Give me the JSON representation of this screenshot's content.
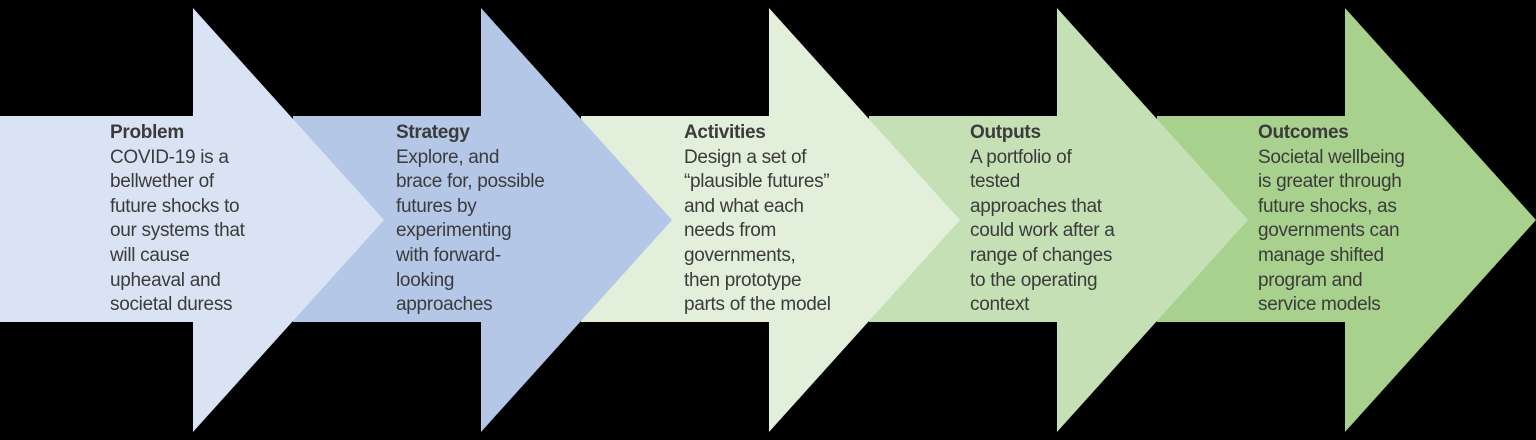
{
  "diagram": {
    "type": "process-arrow-flow",
    "background_color": "#000000",
    "text_color": "#3b3b3b"
  },
  "arrows": [
    {
      "title": "Problem",
      "body": "COVID-19 is a\nbellwether of\nfuture shocks to\nour systems that\nwill cause\nupheaval and\nsocietal duress",
      "color": "#dae3f3"
    },
    {
      "title": "Strategy",
      "body": "Explore, and\nbrace for, possible\nfutures by\nexperimenting\nwith forward-\nlooking\napproaches",
      "color": "#b4c7e7"
    },
    {
      "title": "Activities",
      "body": "Design a set of\n“plausible futures”\nand what each\nneeds from\ngovernments,\nthen prototype\nparts of the model",
      "color": "#e2efda"
    },
    {
      "title": "Outputs",
      "body": "A portfolio of\ntested\napproaches that\ncould work after a\nrange of changes\nto the operating\ncontext",
      "color": "#c5e0b4"
    },
    {
      "title": "Outcomes",
      "body": "Societal wellbeing\nis greater through\nfuture shocks, as\ngovernments can\nmanage shifted\nprogram and\nservice models",
      "color": "#a9d18e"
    }
  ]
}
